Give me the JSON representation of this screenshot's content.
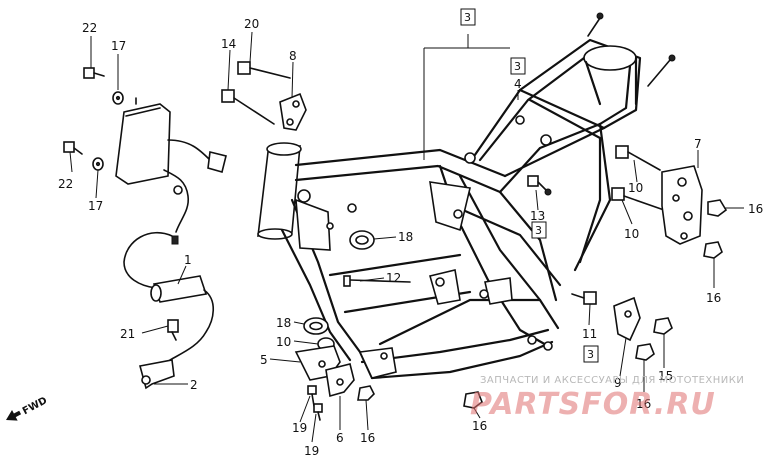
{
  "callouts": {
    "c22a": "22",
    "c17a": "17",
    "c20": "20",
    "c14": "14",
    "c8": "8",
    "c22b": "22",
    "c17b": "17",
    "c3top": "3",
    "c3sub": "3",
    "c4": "4",
    "c7": "7",
    "c10a": "10",
    "c10b": "10",
    "c16a": "16",
    "c16b": "16",
    "c13": "13",
    "c3mid": "3",
    "c18a": "18",
    "c12": "12",
    "c1": "1",
    "c21": "21",
    "c2": "2",
    "c18b": "18",
    "c10c": "10",
    "c5": "5",
    "c11": "11",
    "c3low": "3",
    "c9": "9",
    "c15": "15",
    "c16c": "16",
    "c19a": "19",
    "c19b": "19",
    "c6": "6",
    "c16d": "16",
    "c16e": "16"
  },
  "fwd_label": "FWD",
  "watermark": {
    "tagline": "ЗАПЧАСТИ И АКСЕССУАРЫ ДЛЯ МОТОТЕХНИКИ",
    "brand": "PARTSFOR.RU"
  }
}
